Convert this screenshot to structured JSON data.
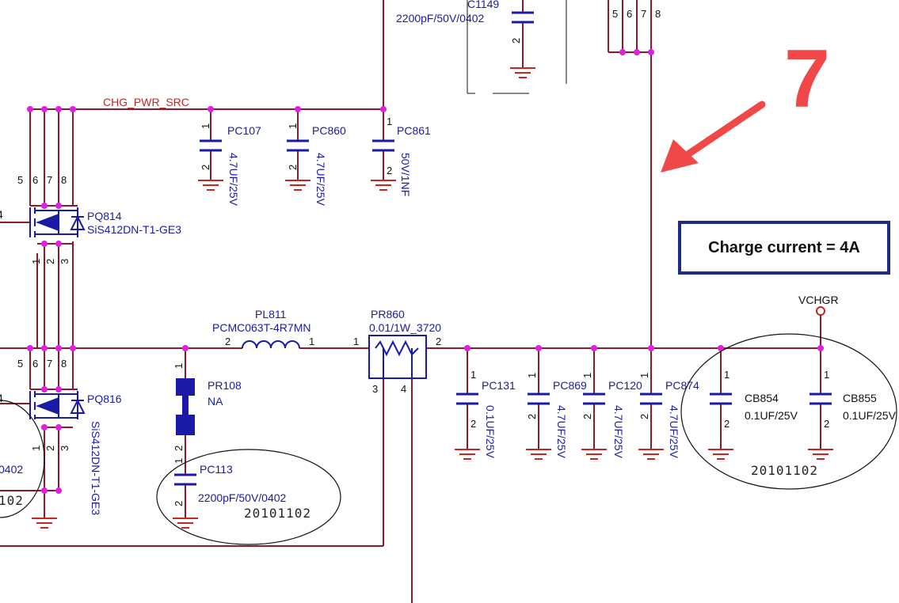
{
  "nets": {
    "chg_pwr_src": "CHG_PWR_SRC",
    "vchgr": "VCHGR"
  },
  "components": {
    "c1149": {
      "ref": "C1149",
      "value": "2200pF/50V/0402"
    },
    "pc107": {
      "ref": "PC107",
      "value": "4.7UF/25V"
    },
    "pc860": {
      "ref": "PC860",
      "value": "4.7UF/25V"
    },
    "pc861": {
      "ref": "PC861",
      "value": "50V/1NF"
    },
    "pq814": {
      "ref": "PQ814",
      "value": "SiS412DN-T1-GE3"
    },
    "pq816": {
      "ref": "PQ816",
      "value": "SiS412DN-T1-GE3"
    },
    "pl811": {
      "ref": "PL811",
      "value": "PCMC063T-4R7MN"
    },
    "pr860": {
      "ref": "PR860",
      "value": "0.01/1W_3720"
    },
    "pr108": {
      "ref": "PR108",
      "value": "NA"
    },
    "pc113": {
      "ref": "PC113",
      "value": "2200pF/50V/0402"
    },
    "pc131": {
      "ref": "PC131",
      "value": "0.1UF/25V"
    },
    "pc869": {
      "ref": "PC869",
      "value": "4.7UF/25V"
    },
    "pc120": {
      "ref": "PC120",
      "value": "4.7UF/25V"
    },
    "pc874": {
      "ref": "PC874",
      "value": "4.7UF/25V"
    },
    "cb854": {
      "ref": "CB854",
      "value": "0.1UF/25V"
    },
    "cb855": {
      "ref": "CB855",
      "value": "0.1UF/25V"
    }
  },
  "left_partial": {
    "value": "0402",
    "stamp": "102",
    "pin_left": "4"
  },
  "stamps": {
    "date_code": "20101102"
  },
  "annotation": {
    "charge_current": "Charge current = 4A",
    "step_number": "7"
  },
  "colors": {
    "wire": "#8b1a2e",
    "net_label": "#cc2222",
    "component": "#1a1aa6",
    "junction": "#e020e0",
    "box": "#1f2a86",
    "arrow": "#f04848"
  }
}
